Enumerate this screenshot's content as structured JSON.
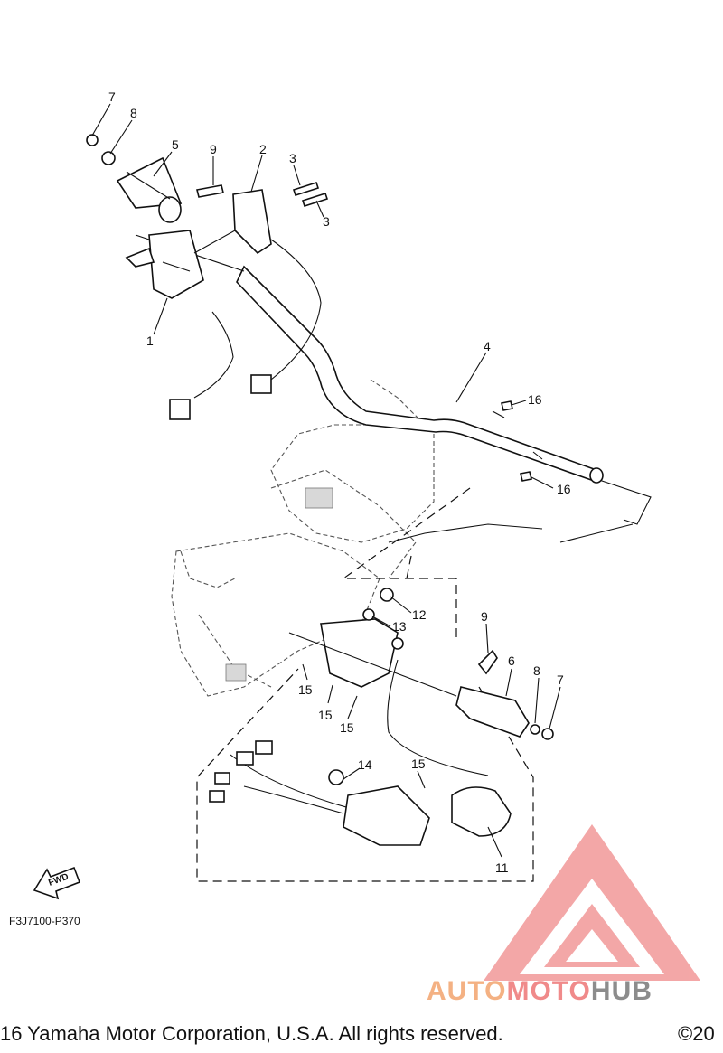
{
  "callouts": [
    "7",
    "8",
    "5",
    "9",
    "2",
    "3",
    "3",
    "1",
    "4",
    "16",
    "16",
    "12",
    "13",
    "9",
    "6",
    "8",
    "7",
    "15",
    "15",
    "15",
    "14",
    "15",
    "11"
  ],
  "fwd_label": "FWD",
  "ref_code": "F3J7100-P370",
  "copyright": "16 Yamaha Motor Corporation, U.S.A. All rights reserved.",
  "copyright_year": "©20",
  "brand": {
    "part1": "AUTO",
    "part2": "MOTO",
    "part3": "HUB"
  },
  "colors": {
    "ink": "#111111",
    "logo_triangle": "#f08a8a",
    "brand_auto": "#f4b183",
    "brand_hub": "#8c8c8c"
  }
}
